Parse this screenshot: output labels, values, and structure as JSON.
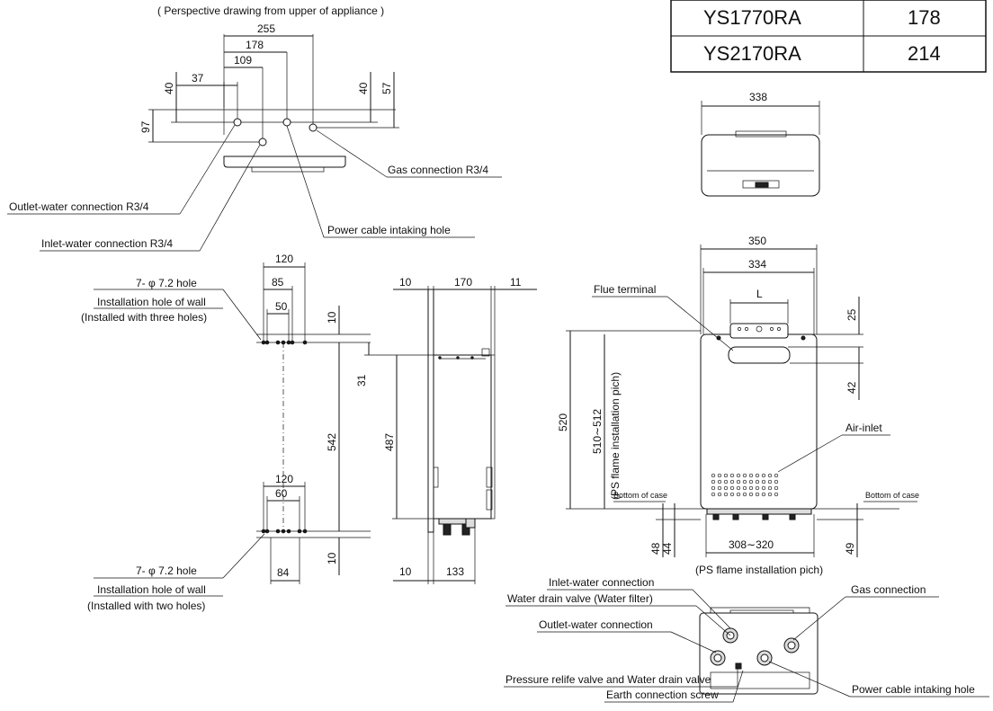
{
  "top_view": {
    "caption": "( Perspective drawing from upper of appliance )",
    "dims": {
      "d255": "255",
      "d178": "178",
      "d109": "109",
      "d37": "37",
      "d40a": "40",
      "d40b": "40",
      "d57": "57",
      "d97": "97"
    },
    "callouts": {
      "gas": "Gas connection R3/4",
      "outlet": "Outlet-water connection R3/4",
      "inlet": "Inlet-water connection R3/4",
      "power": "Power cable intaking hole"
    }
  },
  "model_table": {
    "rows": [
      {
        "model": "YS1770RA",
        "value": "178"
      },
      {
        "model": "YS2170RA",
        "value": "214"
      }
    ]
  },
  "top_small_view": {
    "width": "338"
  },
  "wall_holes_view": {
    "top_dims": {
      "d120": "120",
      "d85": "85",
      "d50": "50",
      "d10": "10"
    },
    "top_labels": {
      "hole": "7- φ 7.2 hole",
      "title": "Installation hole of wall",
      "sub": "(Installed with three holes)"
    },
    "d542": "542",
    "bottom_dims": {
      "d120": "120",
      "d60": "60",
      "d84": "84",
      "d10": "10"
    },
    "bottom_labels": {
      "hole": "7- φ 7.2 hole",
      "title": "Installation hole of wall",
      "sub": "(Installed with two holes)"
    }
  },
  "side_view": {
    "dims": {
      "d10a": "10",
      "d170": "170",
      "d11": "11",
      "d31": "31",
      "d487": "487",
      "d10b": "10",
      "d133": "133"
    }
  },
  "front_view": {
    "dims": {
      "d350": "350",
      "d334": "334",
      "L": "L",
      "d25": "25",
      "d42": "42",
      "d520": "520",
      "pitch": "510∼512",
      "d48": "48",
      "d44": "44",
      "d308": "308∼320",
      "d49": "49"
    },
    "labels": {
      "flue": "Flue terminal",
      "air": "Air-inlet",
      "pitch_note": "(PS flame installation pich)",
      "pitch_note2": "(PS flame installation pich)",
      "bottom_left": "Bottom of case",
      "bottom_right": "Bottom of case"
    }
  },
  "bottom_view": {
    "labels": {
      "inlet": "Inlet-water connection",
      "drain": "Water drain valve (Water filter)",
      "outlet": "Outlet-water connection",
      "gas": "Gas connection",
      "relief": "Pressure relife valve and Water drain valve",
      "earth": "Earth connection screw",
      "power": "Power cable intaking hole"
    }
  }
}
